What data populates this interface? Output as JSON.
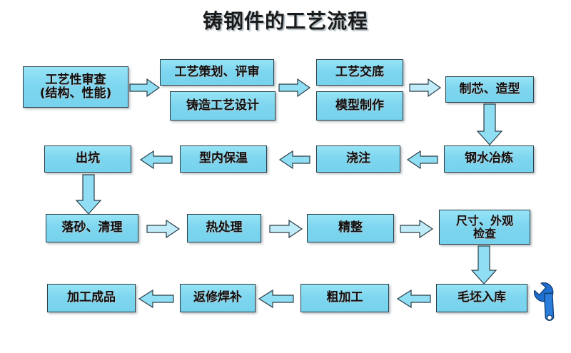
{
  "title": "铸钢件的工艺流程",
  "diagram": {
    "type": "flowchart",
    "direction": "boustrophedon (left-to-right, then right-to-left)",
    "nodes": [
      {
        "id": "n1",
        "label": "工艺性审查\n(结构、性能)",
        "row": 1,
        "col": 1
      },
      {
        "id": "n2",
        "label": "工艺策划、评审",
        "row": 1,
        "col": 2
      },
      {
        "id": "n3",
        "label": "铸造工艺设计",
        "row": 1,
        "col": 2
      },
      {
        "id": "n4",
        "label": "工艺交底",
        "row": 1,
        "col": 3
      },
      {
        "id": "n5",
        "label": "模型制作",
        "row": 1,
        "col": 3
      },
      {
        "id": "n6",
        "label": "制芯、造型",
        "row": 1,
        "col": 4
      },
      {
        "id": "n7",
        "label": "钢水冶炼",
        "row": 2,
        "col": 4
      },
      {
        "id": "n8",
        "label": "浇注",
        "row": 2,
        "col": 3
      },
      {
        "id": "n9",
        "label": "型内保温",
        "row": 2,
        "col": 2
      },
      {
        "id": "n10",
        "label": "出坑",
        "row": 2,
        "col": 1
      },
      {
        "id": "n11",
        "label": "落砂、清理",
        "row": 3,
        "col": 1
      },
      {
        "id": "n12",
        "label": "热处理",
        "row": 3,
        "col": 2
      },
      {
        "id": "n13",
        "label": "精整",
        "row": 3,
        "col": 3
      },
      {
        "id": "n14",
        "label": "尺寸、外观\n检查",
        "row": 3,
        "col": 4
      },
      {
        "id": "n15",
        "label": "毛坯入库",
        "row": 4,
        "col": 4
      },
      {
        "id": "n16",
        "label": "粗加工",
        "row": 4,
        "col": 3
      },
      {
        "id": "n17",
        "label": "返修焊补",
        "row": 4,
        "col": 2
      },
      {
        "id": "n18",
        "label": "加工成品",
        "row": 4,
        "col": 1
      }
    ],
    "edges": [
      {
        "from": "n1",
        "to": "n2",
        "dir": "right"
      },
      {
        "from": "n2",
        "to": "n4",
        "dir": "right"
      },
      {
        "from": "n4",
        "to": "n6",
        "dir": "right"
      },
      {
        "from": "n6",
        "to": "n7",
        "dir": "down"
      },
      {
        "from": "n7",
        "to": "n8",
        "dir": "left"
      },
      {
        "from": "n8",
        "to": "n9",
        "dir": "left"
      },
      {
        "from": "n9",
        "to": "n10",
        "dir": "left"
      },
      {
        "from": "n10",
        "to": "n11",
        "dir": "down"
      },
      {
        "from": "n11",
        "to": "n12",
        "dir": "right"
      },
      {
        "from": "n12",
        "to": "n13",
        "dir": "right"
      },
      {
        "from": "n13",
        "to": "n14",
        "dir": "right"
      },
      {
        "from": "n14",
        "to": "n15",
        "dir": "down"
      },
      {
        "from": "n15",
        "to": "n16",
        "dir": "left"
      },
      {
        "from": "n16",
        "to": "n17",
        "dir": "left"
      },
      {
        "from": "n17",
        "to": "n18",
        "dir": "left"
      }
    ]
  },
  "decoration": {
    "wrench_icon": "wrench-icon"
  },
  "colors": {
    "box_fill": "#7ed6ef",
    "box_border": "#2b3d46",
    "arrow_fill": "#8fdef4",
    "arrow_hollow_fill": "#bfecf8",
    "wrench": "#1f6fd0",
    "title_text": "#1a1a1a",
    "background": "#ffffff"
  }
}
